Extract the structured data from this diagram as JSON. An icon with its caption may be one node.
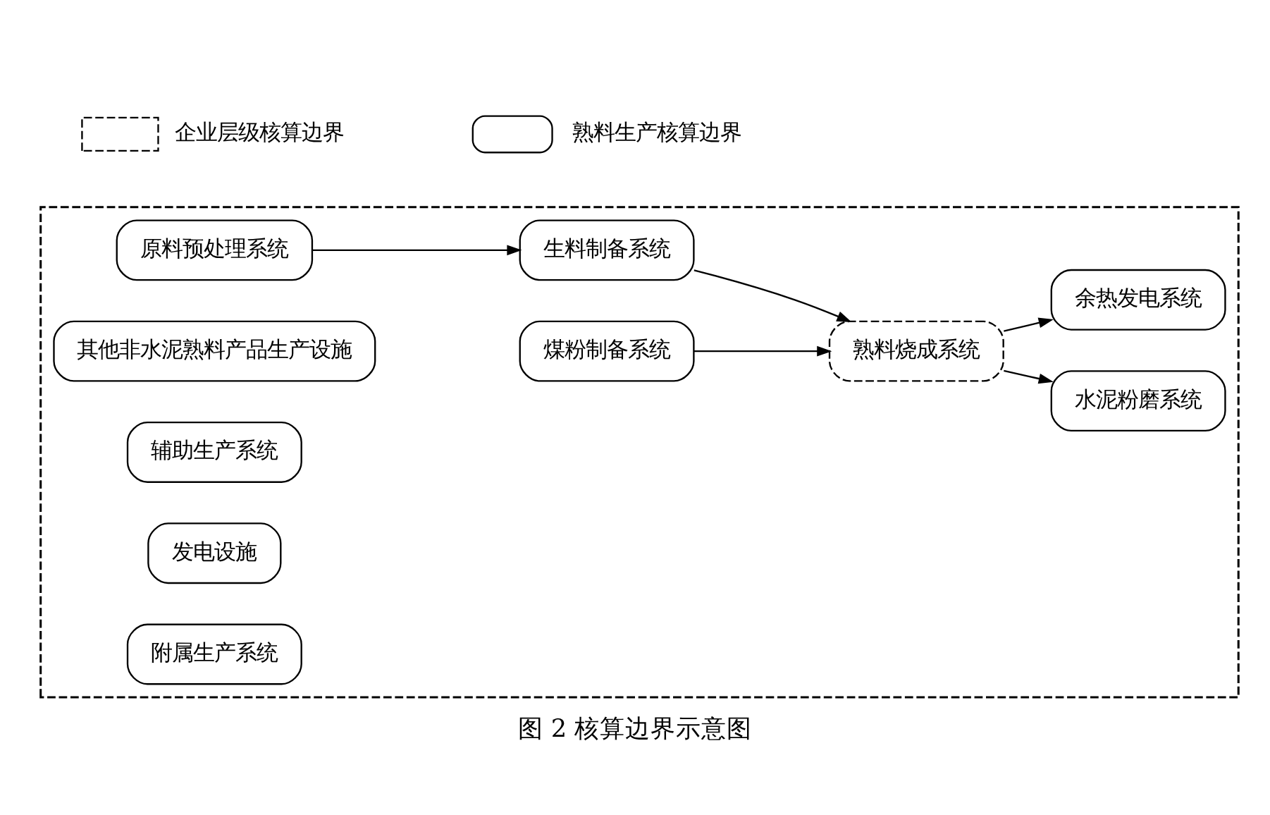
{
  "diagram": {
    "caption": "图 2 核算边界示意图",
    "nodes": [
      {
        "text": [],
        "shape": "box"
      },
      {
        "text": [
          "原料预处理系统"
        ],
        "in": 0
      },
      {
        "text": [
          "生料制备系统"
        ],
        "in": 0
      },
      {
        "text": [
          "煤粉制备系统"
        ],
        "in": 0
      },
      {
        "text": [
          "熟料烧成系统"
        ],
        "in": 0
      },
      {
        "text": [
          "水泥粉磨系统"
        ],
        "in": 0
      },
      {
        "text": [
          "余热发电系统"
        ],
        "in": 0
      },
      {
        "text": [
          "其他非水泥熟料产品生产设施"
        ],
        "in": 0
      },
      {
        "text": [
          "辅助生产系统"
        ],
        "in": 0
      },
      {
        "text": [
          "发电设施"
        ],
        "in": 0
      },
      {
        "text": [
          "附属生产系统"
        ],
        "in": 0
      }
    ],
    "edges": [
      {
        "from": 1,
        "to": 2,
        "arrow": "to"
      },
      {
        "from": 2,
        "to": 4,
        "arrow": "to"
      },
      {
        "from": 3,
        "to": 4,
        "arrow": "to"
      },
      {
        "from": 4,
        "to": 5,
        "arrow": "to"
      },
      {
        "from": 4,
        "to": 6,
        "arrow": "to"
      }
    ],
    "legend": [
      {
        "text": "企业层级核算边界"
      },
      {
        "text": "熟料生产核算边界"
      }
    ]
  }
}
